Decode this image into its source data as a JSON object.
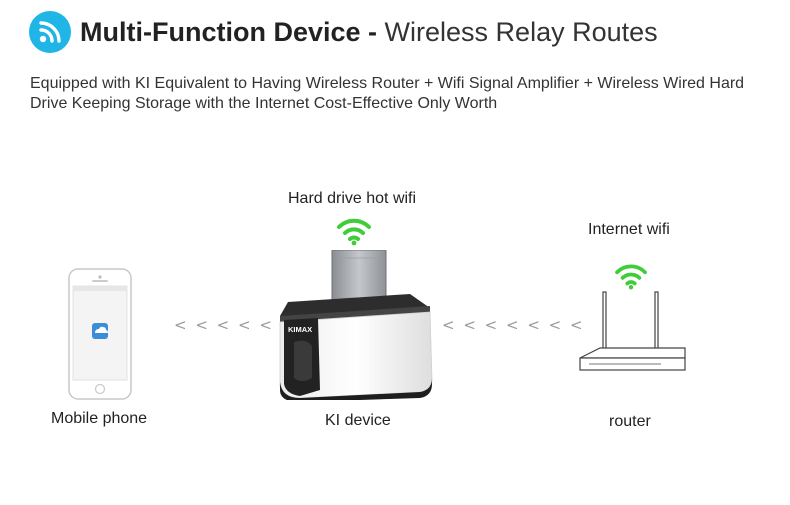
{
  "header": {
    "title_bold": "Multi-Function Device",
    "title_separator": "-",
    "title_light": "Wireless Relay Routes",
    "icon": "wifi-signal-icon",
    "accent_color": "#1fb5e6"
  },
  "description": "Equipped with KI Equivalent to Having Wireless Router + Wifi Signal Amplifier + Wireless Wired Hard Drive Keeping Storage with the Internet Cost-Effective Only Worth",
  "diagram": {
    "nodes": {
      "phone": {
        "label": "Mobile phone",
        "icon": "mobile-phone-icon"
      },
      "device": {
        "label": "KI device",
        "caption": "Hard drive hot wifi",
        "brand": "KIMAX",
        "icon": "hard-drive-dock-icon"
      },
      "router": {
        "label": "router",
        "caption": "Internet wifi",
        "icon": "router-icon"
      }
    },
    "arrows": {
      "device_to_phone": "< < < < < < <",
      "router_to_device": "< < < < < < <"
    },
    "wifi_color": "#3fce3a"
  }
}
